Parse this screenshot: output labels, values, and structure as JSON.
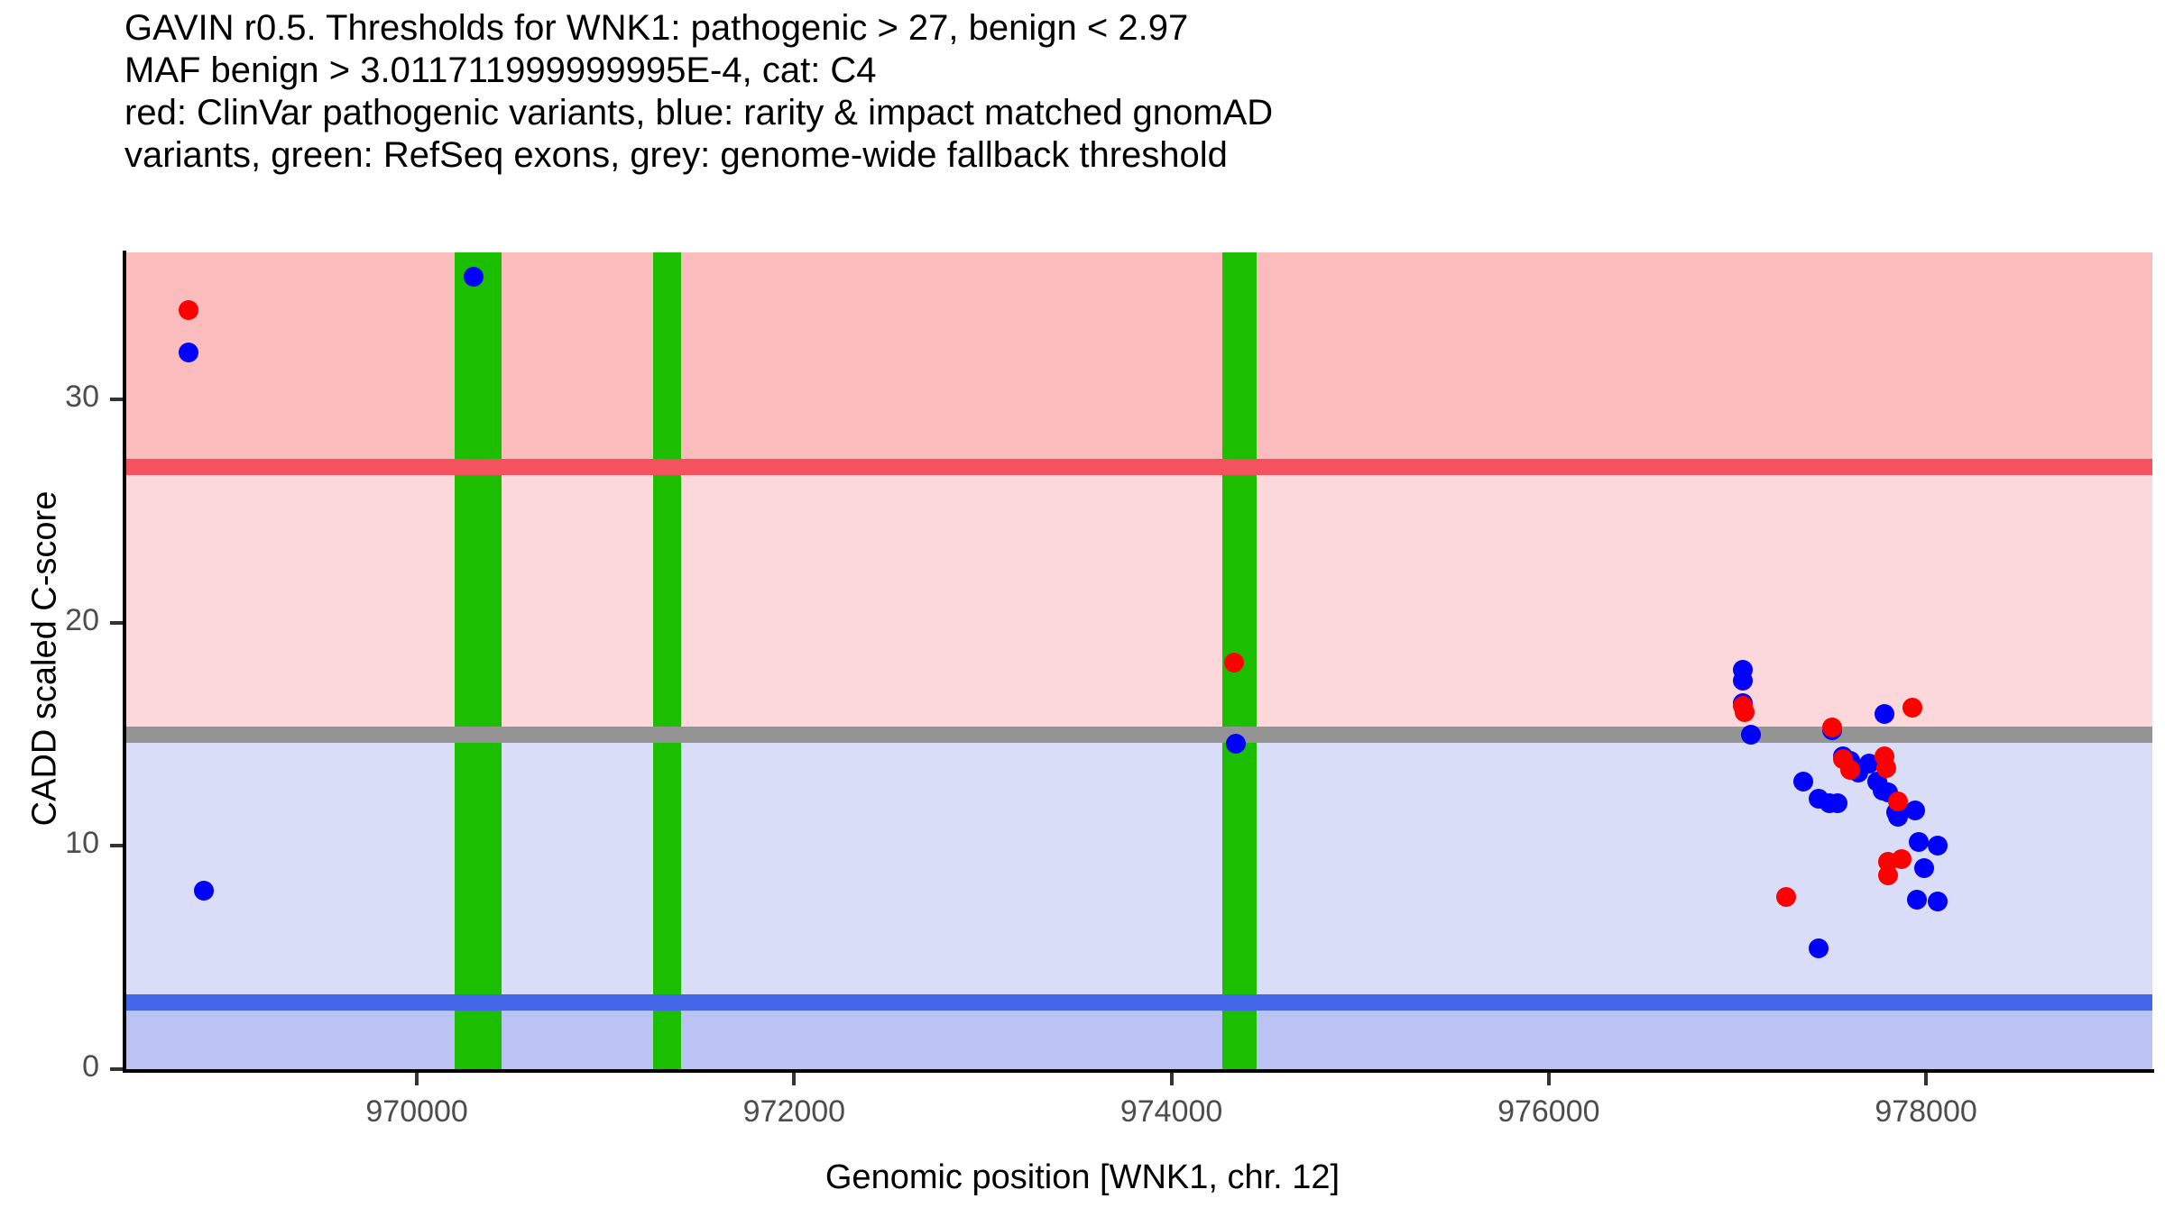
{
  "title": {
    "line1": "GAVIN r0.5. Thresholds for WNK1: pathogenic > 27, benign < 2.97",
    "line2": "MAF benign > 3.011711999999995E-4, cat: C4",
    "line3": "red: ClinVar pathogenic variants, blue: rarity & impact matched gnomAD",
    "line4": "variants, green: RefSeq exons, grey: genome-wide fallback threshold"
  },
  "chart_data": {
    "type": "scatter",
    "title": "GAVIN r0.5. Thresholds for WNK1: pathogenic > 27, benign < 2.97",
    "xlabel": "Genomic position [WNK1, chr. 12]",
    "ylabel": "CADD scaled C-score",
    "xlim": [
      968450,
      979200
    ],
    "ylim": [
      0,
      36.6
    ],
    "xticks": [
      970000,
      972000,
      974000,
      976000,
      978000
    ],
    "xtick_labels": [
      "970000",
      "972000",
      "974000",
      "976000",
      "978000"
    ],
    "yticks": [
      0,
      10,
      20,
      30
    ],
    "ytick_labels": [
      "0",
      "10",
      "20",
      "30"
    ],
    "grid": false,
    "legend": "none",
    "gene": "WNK1",
    "chromosome": "12",
    "thresholds": {
      "pathogenic": 27,
      "benign": 2.97,
      "genome_wide_fallback": 15,
      "maf_benign": "3.011711999999995E-4",
      "category": "C4"
    },
    "colors": {
      "pathogenic_point": "#FF0000",
      "benign_point": "#0000FF",
      "exon": "#1CBF00",
      "pathogenic_line": "#F5515F",
      "benign_line": "#4566E8",
      "fallback_line": "#949494",
      "band_above_pathogenic": "#FBBCBD",
      "band_pathogenic_to_fallback": "#FCD8DB",
      "band_fallback_to_benign": "#DADDF7",
      "band_below_benign": "#BBC2F4"
    },
    "exons": [
      {
        "start": 970200,
        "end": 970450
      },
      {
        "start": 971250,
        "end": 971400
      },
      {
        "start": 974270,
        "end": 974450
      }
    ],
    "series": [
      {
        "name": "ClinVar pathogenic variants",
        "color": "#FF0000",
        "points": [
          {
            "x": 968790,
            "y": 34.0
          },
          {
            "x": 974330,
            "y": 18.2
          },
          {
            "x": 977040,
            "y": 16.0
          },
          {
            "x": 977030,
            "y": 16.3
          },
          {
            "x": 977500,
            "y": 15.3
          },
          {
            "x": 977930,
            "y": 16.2
          },
          {
            "x": 977560,
            "y": 13.9
          },
          {
            "x": 977600,
            "y": 13.4
          },
          {
            "x": 977780,
            "y": 14.0
          },
          {
            "x": 977790,
            "y": 13.5
          },
          {
            "x": 977850,
            "y": 12.0
          },
          {
            "x": 977260,
            "y": 7.7
          },
          {
            "x": 977800,
            "y": 9.3
          },
          {
            "x": 977800,
            "y": 8.7
          },
          {
            "x": 977870,
            "y": 9.4
          }
        ]
      },
      {
        "name": "rarity & impact matched gnomAD variants",
        "color": "#0000FF",
        "points": [
          {
            "x": 968790,
            "y": 32.1
          },
          {
            "x": 968870,
            "y": 8.0
          },
          {
            "x": 970300,
            "y": 35.5
          },
          {
            "x": 974340,
            "y": 14.6
          },
          {
            "x": 977030,
            "y": 17.9
          },
          {
            "x": 977030,
            "y": 17.4
          },
          {
            "x": 977030,
            "y": 16.4
          },
          {
            "x": 977070,
            "y": 15.0
          },
          {
            "x": 977780,
            "y": 15.9
          },
          {
            "x": 977500,
            "y": 15.2
          },
          {
            "x": 977560,
            "y": 14.0
          },
          {
            "x": 977600,
            "y": 13.8
          },
          {
            "x": 977640,
            "y": 13.3
          },
          {
            "x": 977700,
            "y": 13.7
          },
          {
            "x": 977740,
            "y": 12.9
          },
          {
            "x": 977770,
            "y": 12.5
          },
          {
            "x": 977800,
            "y": 12.4
          },
          {
            "x": 977350,
            "y": 12.9
          },
          {
            "x": 977430,
            "y": 12.1
          },
          {
            "x": 977490,
            "y": 11.9
          },
          {
            "x": 977530,
            "y": 11.9
          },
          {
            "x": 977840,
            "y": 11.5
          },
          {
            "x": 977850,
            "y": 11.3
          },
          {
            "x": 977940,
            "y": 11.6
          },
          {
            "x": 977960,
            "y": 10.2
          },
          {
            "x": 978060,
            "y": 10.0
          },
          {
            "x": 977990,
            "y": 9.0
          },
          {
            "x": 978060,
            "y": 7.5
          },
          {
            "x": 977950,
            "y": 7.6
          },
          {
            "x": 977430,
            "y": 5.4
          }
        ]
      }
    ]
  }
}
